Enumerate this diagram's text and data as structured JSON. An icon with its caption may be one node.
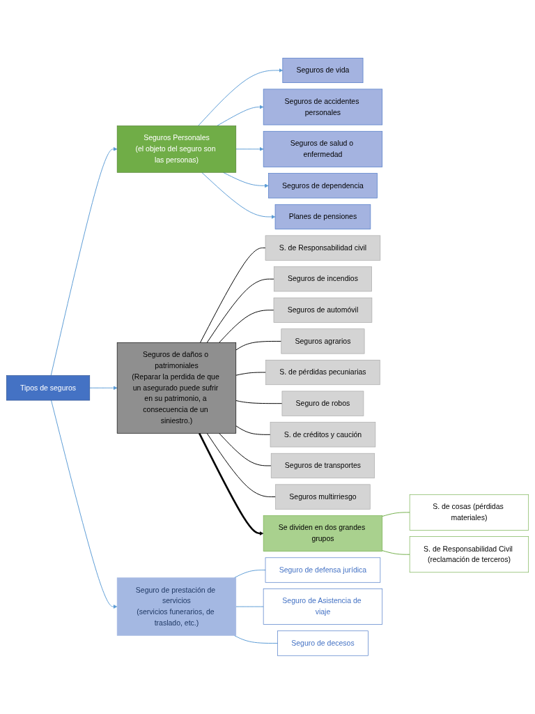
{
  "diagram": {
    "nodes": [
      {
        "text": [
          "Tipos de seguros"
        ]
      },
      {
        "text": [
          "Seguros Personales",
          "(el objeto del seguro son las personas)"
        ]
      },
      {
        "text": [
          "Seguros de vida"
        ]
      },
      {
        "text": [
          "Seguros de accidentes personales"
        ]
      },
      {
        "text": [
          "Seguros de salud o enfermedad"
        ]
      },
      {
        "text": [
          "Seguros de dependencia"
        ]
      },
      {
        "text": [
          "Planes de pensiones"
        ]
      },
      {
        "text": [
          "Seguros de daños o patrimoniales",
          "(Reparar la perdida de que un asegurado puede sufrir en su patrimonio, a consecuencia de un siniestro.)"
        ]
      },
      {
        "text": [
          "S. de Responsabilidad civil"
        ]
      },
      {
        "text": [
          "Seguros de incendios"
        ]
      },
      {
        "text": [
          "Seguros de automóvil"
        ]
      },
      {
        "text": [
          "Seguros agrarios"
        ]
      },
      {
        "text": [
          "S. de pérdidas pecuniarias"
        ]
      },
      {
        "text": [
          "Seguro de robos"
        ]
      },
      {
        "text": [
          "S. de créditos y caución"
        ]
      },
      {
        "text": [
          "Seguros de transportes"
        ]
      },
      {
        "text": [
          "Seguros multirriesgo"
        ]
      },
      {
        "text": [
          "Se dividen en dos grandes grupos"
        ]
      },
      {
        "text": [
          "S. de cosas (pérdidas materiales)"
        ]
      },
      {
        "text": [
          "S. de Responsabilidad Civil (reclamación de terceros)"
        ]
      },
      {
        "text": [
          "Seguro de prestación de servicios",
          "(servicios funerarios, de traslado, etc.)"
        ]
      },
      {
        "text": [
          "Seguro de defensa jurídica"
        ]
      },
      {
        "text": [
          "Seguro de Asistencia de viaje"
        ]
      },
      {
        "text": [
          "Seguro de decesos"
        ]
      }
    ],
    "edges": [
      {
        "from": 0,
        "to": 1,
        "arrow": "to"
      },
      {
        "from": 0,
        "to": 7,
        "arrow": "to"
      },
      {
        "from": 0,
        "to": 20,
        "arrow": "to"
      },
      {
        "from": 1,
        "to": 2,
        "arrow": "to"
      },
      {
        "from": 1,
        "to": 3,
        "arrow": "to"
      },
      {
        "from": 1,
        "to": 4,
        "arrow": "to"
      },
      {
        "from": 1,
        "to": 5,
        "arrow": "to"
      },
      {
        "from": 1,
        "to": 6,
        "arrow": "to"
      },
      {
        "from": 7,
        "to": 8,
        "arrow": "none",
        "color": "#000000"
      },
      {
        "from": 7,
        "to": 9,
        "arrow": "none",
        "color": "#000000"
      },
      {
        "from": 7,
        "to": 10,
        "arrow": "none",
        "color": "#000000"
      },
      {
        "from": 7,
        "to": 11,
        "arrow": "none",
        "color": "#000000"
      },
      {
        "from": 7,
        "to": 12,
        "arrow": "none",
        "color": "#000000"
      },
      {
        "from": 7,
        "to": 13,
        "arrow": "none",
        "color": "#000000"
      },
      {
        "from": 7,
        "to": 14,
        "arrow": "none",
        "color": "#000000"
      },
      {
        "from": 7,
        "to": 15,
        "arrow": "none",
        "color": "#000000"
      },
      {
        "from": 7,
        "to": 16,
        "arrow": "none",
        "color": "#000000"
      },
      {
        "from": 7,
        "to": 17,
        "arrow": "to",
        "style": "thick",
        "color": "#000000"
      },
      {
        "from": 17,
        "to": 18,
        "arrow": "none",
        "color": "#70ad47"
      },
      {
        "from": 17,
        "to": 19,
        "arrow": "none",
        "color": "#70ad47"
      },
      {
        "from": 20,
        "to": 21,
        "arrow": "none"
      },
      {
        "from": 20,
        "to": 22,
        "arrow": "none"
      },
      {
        "from": 20,
        "to": 23,
        "arrow": "none"
      }
    ]
  }
}
